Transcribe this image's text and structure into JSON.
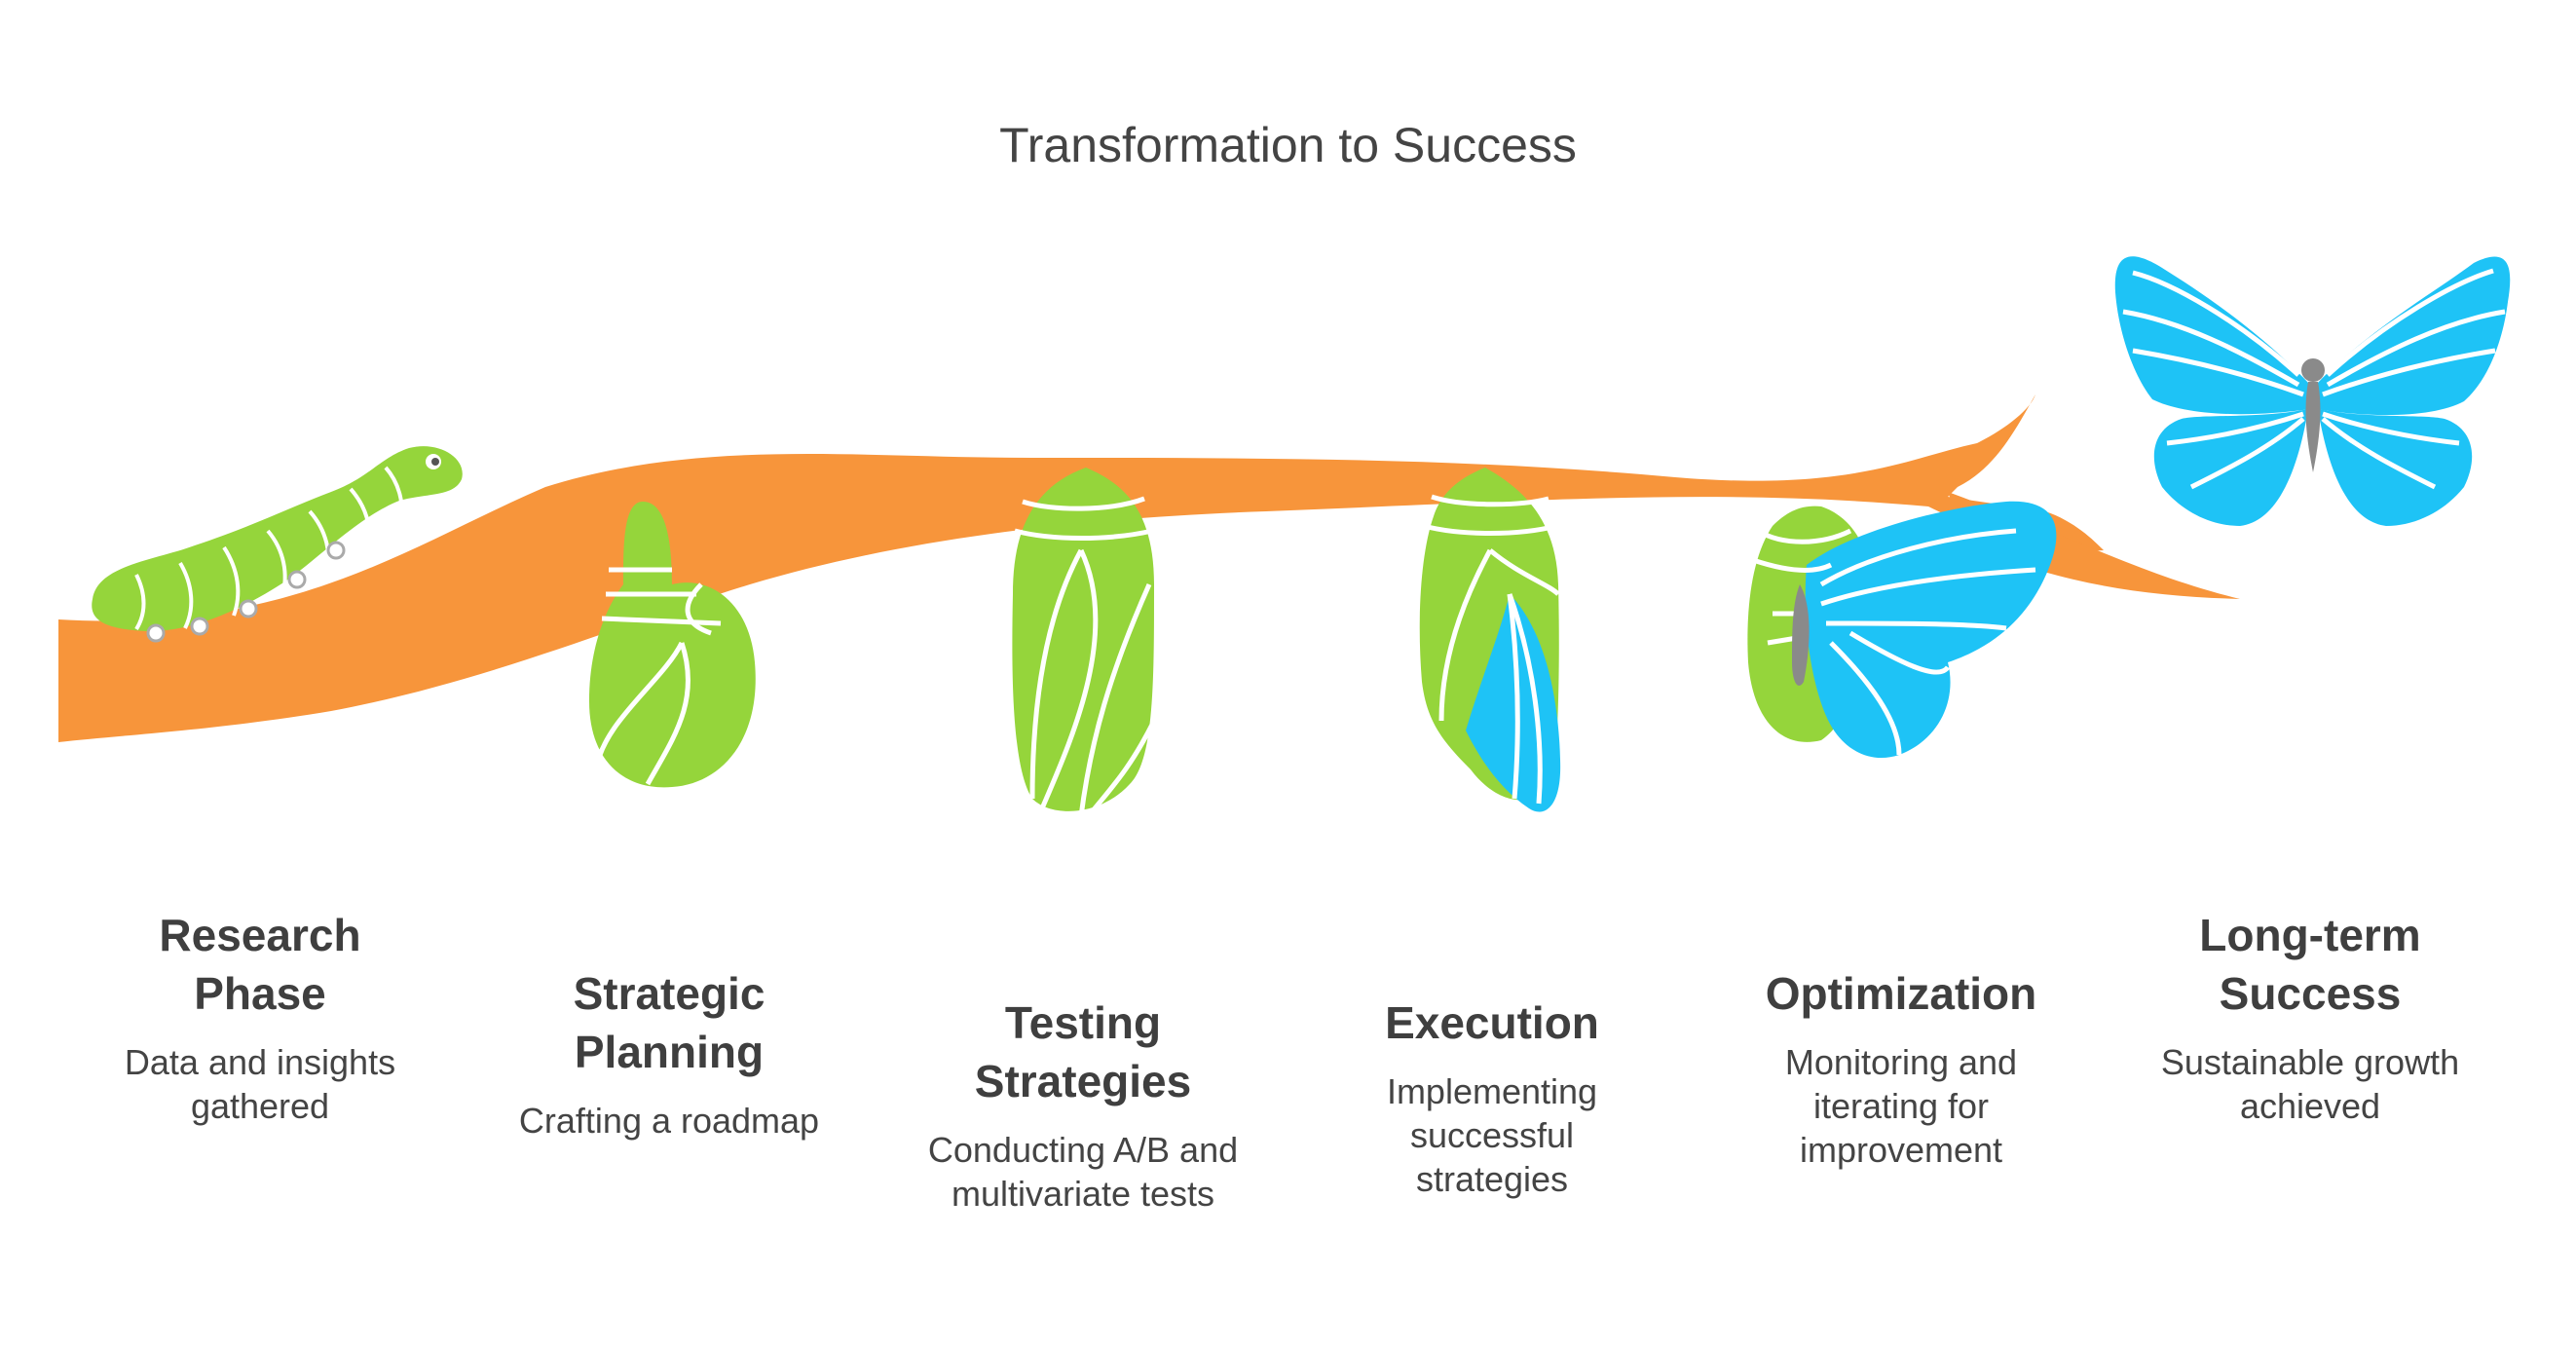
{
  "title": "Transformation to Success",
  "colors": {
    "branch": "#F7953B",
    "green": "#95D53B",
    "blue": "#1EC3F6",
    "body_gray": "#8A8A8A",
    "text": "#444444"
  },
  "stages": [
    {
      "title": "Research\nPhase",
      "description": "Data and insights\ngathered",
      "icon": "caterpillar-icon"
    },
    {
      "title": "Strategic\nPlanning",
      "description": "Crafting a roadmap",
      "icon": "forming-chrysalis-icon"
    },
    {
      "title": "Testing\nStrategies",
      "description": "Conducting A/B and\nmultivariate tests",
      "icon": "chrysalis-icon"
    },
    {
      "title": "Execution",
      "description": "Implementing\nsuccessful\nstrategies",
      "icon": "emerging-chrysalis-icon"
    },
    {
      "title": "Optimization",
      "description": "Monitoring and\niterating for\nimprovement",
      "icon": "butterfly-emerging-icon"
    },
    {
      "title": "Long-term\nSuccess",
      "description": "Sustainable growth\nachieved",
      "icon": "butterfly-icon"
    }
  ]
}
